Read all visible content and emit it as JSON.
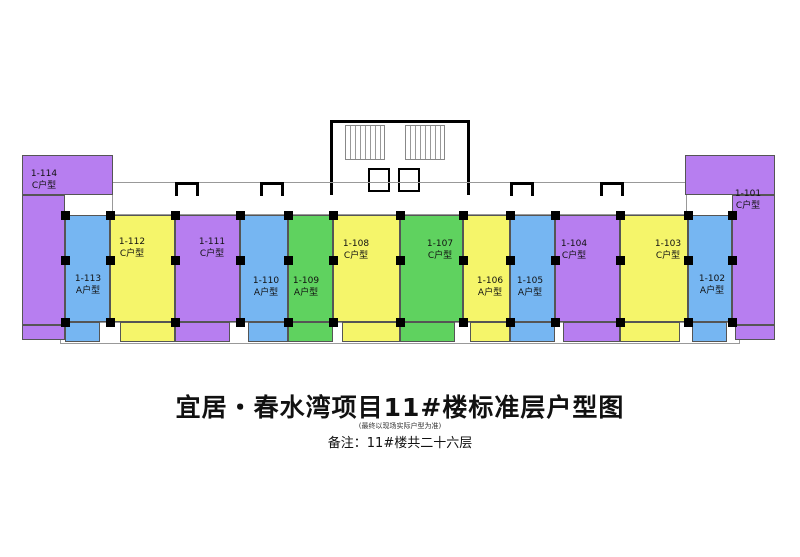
{
  "colors": {
    "purple": "#b77ef0",
    "yellow": "#f5f56a",
    "blue": "#76b6f2",
    "green": "#5fd25f"
  },
  "units": [
    {
      "id": "1-114",
      "type": "C户型",
      "color": "purple"
    },
    {
      "id": "1-113",
      "type": "A户型",
      "color": "blue"
    },
    {
      "id": "1-112",
      "type": "C户型",
      "color": "yellow"
    },
    {
      "id": "1-111",
      "type": "C户型",
      "color": "purple"
    },
    {
      "id": "1-110",
      "type": "A户型",
      "color": "blue"
    },
    {
      "id": "1-109",
      "type": "A户型",
      "color": "green"
    },
    {
      "id": "1-108",
      "type": "C户型",
      "color": "yellow"
    },
    {
      "id": "1-107",
      "type": "C户型",
      "color": "green"
    },
    {
      "id": "1-106",
      "type": "A户型",
      "color": "yellow"
    },
    {
      "id": "1-105",
      "type": "A户型",
      "color": "blue"
    },
    {
      "id": "1-104",
      "type": "C户型",
      "color": "purple"
    },
    {
      "id": "1-103",
      "type": "C户型",
      "color": "yellow"
    },
    {
      "id": "1-102",
      "type": "A户型",
      "color": "blue"
    },
    {
      "id": "1-101",
      "type": "C户型",
      "color": "purple"
    }
  ],
  "title": "宜居・春水湾项目11#楼标准层户型图",
  "subtitle": "(最终以现场实际户型为准)",
  "note": "备注：11#楼共二十六层"
}
